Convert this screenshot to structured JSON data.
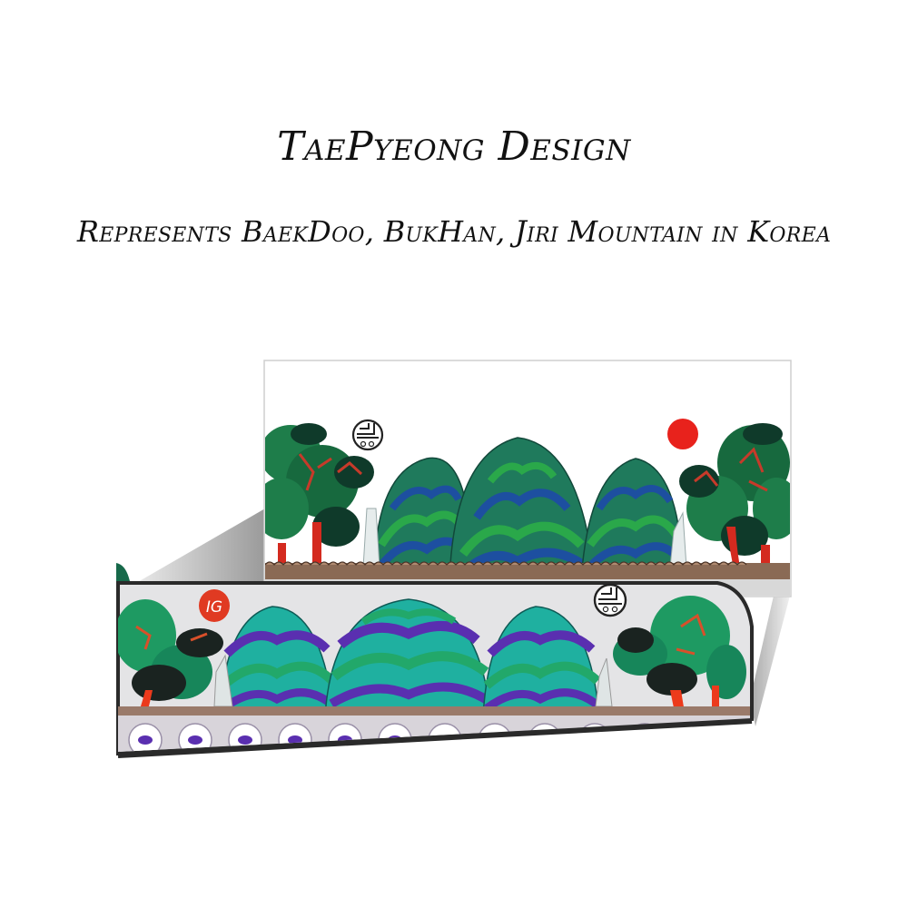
{
  "header": {
    "title": "TaePyeong Design",
    "subtitle": "Represents BaekDoo, BukHan, Jiri Mountain in Korea"
  },
  "illustration": {
    "design_panel": {
      "description": "flat pattern artwork: three mountains, pine trees, waterfalls, red sun",
      "icons": [
        "maker-seal-icon",
        "red-sun-icon"
      ],
      "colors": {
        "mountain_dark": "#1f7a5c",
        "mountain_blue": "#1d4fa0",
        "mountain_green": "#2aa84a",
        "sun": "#e8221c",
        "tree_trunk": "#d42a1f"
      }
    },
    "knife_blade": {
      "description": "knife blade printed with the mountain pattern",
      "icons": [
        "ig-logo-icon",
        "maker-seal-icon"
      ],
      "logo_text": "IG",
      "colors": {
        "mountain_teal": "#1fb0a0",
        "mountain_purple": "#5a2fb0",
        "mountain_green": "#22a86a",
        "logo_red": "#e03a22",
        "blade_bg": "#e4e4e6",
        "spine": "#2a2a2a"
      }
    }
  }
}
